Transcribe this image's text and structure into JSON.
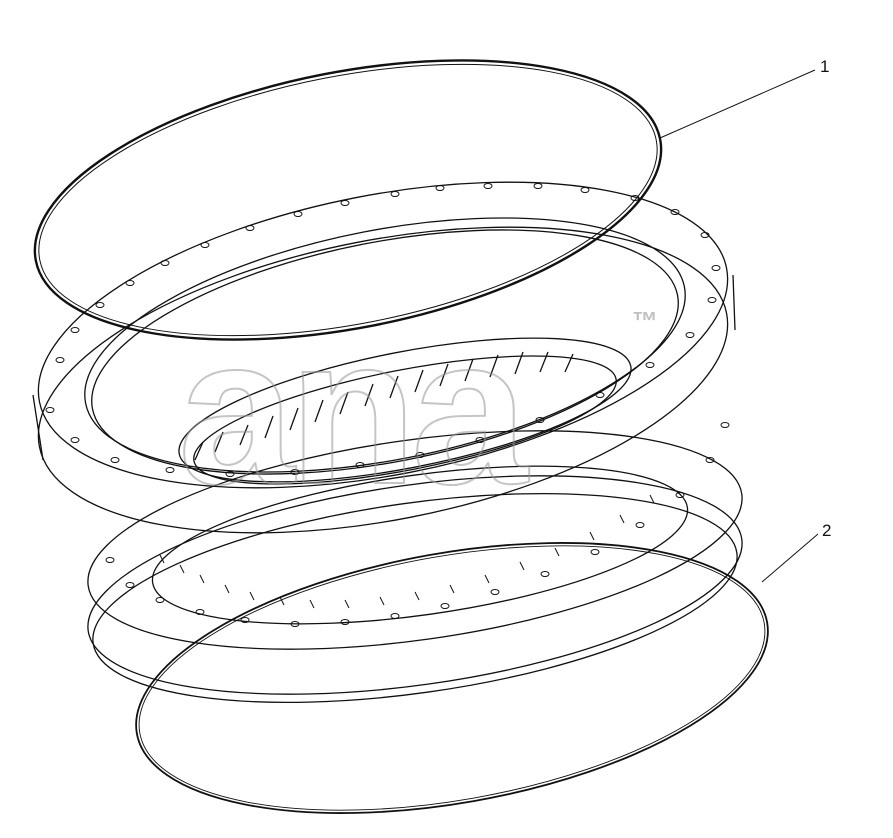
{
  "callouts": [
    {
      "number": "1"
    },
    {
      "number": "2"
    }
  ],
  "watermark": {
    "text": "ana",
    "trademark": "™"
  },
  "colors": {
    "line": "#111111",
    "watermark": "#999999",
    "background": "#ffffff"
  }
}
